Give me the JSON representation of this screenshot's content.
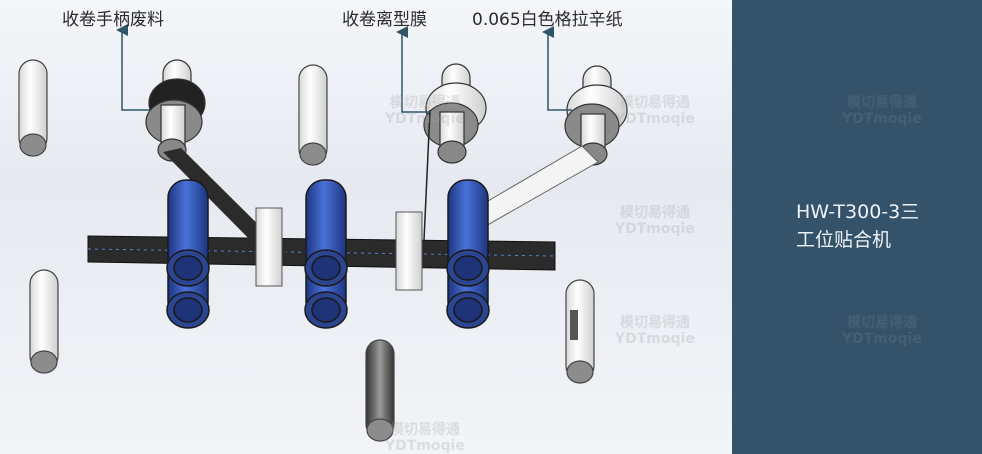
{
  "labels": {
    "waste": "收卷手柄废料",
    "release_film": "收卷离型膜",
    "paper": "0.065白色格拉辛纸"
  },
  "panel": {
    "line1": "HW-T300-3三",
    "line2": "工位贴合机"
  },
  "watermark": {
    "cn": "模切易得通",
    "en": "YDTmoqie"
  },
  "colors": {
    "panel": "#34526a",
    "roller_blue": "#2f4fa8",
    "arrow": "#2f5566"
  }
}
